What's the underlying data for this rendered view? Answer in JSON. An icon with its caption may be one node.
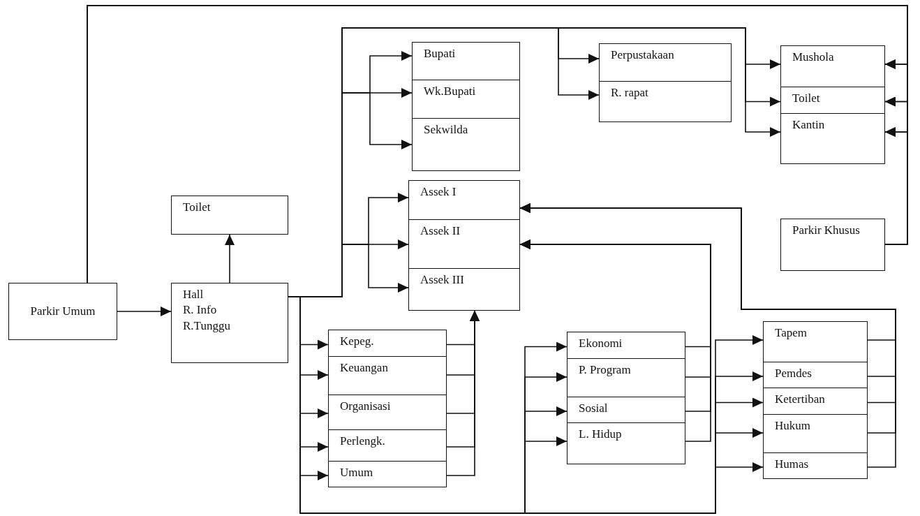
{
  "diagram": {
    "nodes": [
      {
        "text": [
          "Parkir Umum"
        ]
      },
      {
        "text": [
          "Toilet"
        ]
      },
      {
        "text": [
          "Hall",
          "R. Info",
          "R.Tunggu"
        ]
      },
      {
        "text": [
          "Bupati"
        ]
      },
      {
        "text": [
          "Wk.Bupati"
        ]
      },
      {
        "text": [
          "Sekwilda"
        ]
      },
      {
        "text": [
          "Perpustakaan"
        ]
      },
      {
        "text": [
          "R. rapat"
        ]
      },
      {
        "text": [
          "Mushola"
        ]
      },
      {
        "text": [
          "Toilet"
        ]
      },
      {
        "text": [
          "Kantin"
        ]
      },
      {
        "text": [
          "Assek I"
        ]
      },
      {
        "text": [
          "Assek II"
        ]
      },
      {
        "text": [
          "Assek III"
        ]
      },
      {
        "text": [
          "Parkir Khusus"
        ]
      },
      {
        "text": [
          "Kepeg."
        ]
      },
      {
        "text": [
          "Keuangan"
        ]
      },
      {
        "text": [
          "Organisasi"
        ]
      },
      {
        "text": [
          "Perlengk."
        ]
      },
      {
        "text": [
          "Umum"
        ]
      },
      {
        "text": [
          "Ekonomi"
        ]
      },
      {
        "text": [
          "P. Program"
        ]
      },
      {
        "text": [
          "Sosial"
        ]
      },
      {
        "text": [
          "L. Hidup"
        ]
      },
      {
        "text": [
          "Tapem"
        ]
      },
      {
        "text": [
          "Pemdes"
        ]
      },
      {
        "text": [
          "Ketertiban"
        ]
      },
      {
        "text": [
          "Hukum"
        ]
      },
      {
        "text": [
          "Humas"
        ]
      }
    ],
    "edges": [
      {
        "from": 0,
        "to": 2,
        "arrow": "to"
      },
      {
        "from": 2,
        "to": 1,
        "arrow": "to"
      },
      {
        "from": 0,
        "to": 8,
        "arrow": "to"
      },
      {
        "from": 0,
        "to": 9,
        "arrow": "to"
      },
      {
        "from": 0,
        "to": 10,
        "arrow": "to"
      },
      {
        "from": 14,
        "to": 8,
        "arrow": "to"
      },
      {
        "from": 14,
        "to": 9,
        "arrow": "to"
      },
      {
        "from": 14,
        "to": 10,
        "arrow": "to"
      },
      {
        "from": 2,
        "to": 3,
        "arrow": "to"
      },
      {
        "from": 2,
        "to": 4,
        "arrow": "to"
      },
      {
        "from": 2,
        "to": 5,
        "arrow": "to"
      },
      {
        "from": 2,
        "to": 11,
        "arrow": "to"
      },
      {
        "from": 2,
        "to": 12,
        "arrow": "to"
      },
      {
        "from": 2,
        "to": 13,
        "arrow": "to"
      },
      {
        "from": 2,
        "to": 6,
        "arrow": "to"
      },
      {
        "from": 2,
        "to": 7,
        "arrow": "to"
      },
      {
        "from": 2,
        "to": 8,
        "arrow": "to"
      },
      {
        "from": 2,
        "to": 9,
        "arrow": "to"
      },
      {
        "from": 2,
        "to": 10,
        "arrow": "to"
      },
      {
        "from": 2,
        "to": 15,
        "arrow": "to"
      },
      {
        "from": 2,
        "to": 16,
        "arrow": "to"
      },
      {
        "from": 2,
        "to": 17,
        "arrow": "to"
      },
      {
        "from": 2,
        "to": 18,
        "arrow": "to"
      },
      {
        "from": 2,
        "to": 19,
        "arrow": "to"
      },
      {
        "from": 2,
        "to": 20,
        "arrow": "to"
      },
      {
        "from": 2,
        "to": 21,
        "arrow": "to"
      },
      {
        "from": 2,
        "to": 22,
        "arrow": "to"
      },
      {
        "from": 2,
        "to": 23,
        "arrow": "to"
      },
      {
        "from": 2,
        "to": 24,
        "arrow": "to"
      },
      {
        "from": 2,
        "to": 25,
        "arrow": "to"
      },
      {
        "from": 2,
        "to": 26,
        "arrow": "to"
      },
      {
        "from": 2,
        "to": 27,
        "arrow": "to"
      },
      {
        "from": 2,
        "to": 28,
        "arrow": "to"
      },
      {
        "from": 15,
        "to": 13,
        "arrow": "to"
      },
      {
        "from": 16,
        "to": 13,
        "arrow": "to"
      },
      {
        "from": 17,
        "to": 13,
        "arrow": "to"
      },
      {
        "from": 18,
        "to": 13,
        "arrow": "to"
      },
      {
        "from": 19,
        "to": 13,
        "arrow": "to"
      },
      {
        "from": 20,
        "to": 12,
        "arrow": "to"
      },
      {
        "from": 21,
        "to": 12,
        "arrow": "to"
      },
      {
        "from": 22,
        "to": 12,
        "arrow": "to"
      },
      {
        "from": 23,
        "to": 12,
        "arrow": "to"
      },
      {
        "from": 24,
        "to": 11,
        "arrow": "to"
      },
      {
        "from": 25,
        "to": 11,
        "arrow": "to"
      },
      {
        "from": 26,
        "to": 11,
        "arrow": "to"
      },
      {
        "from": 27,
        "to": 11,
        "arrow": "to"
      },
      {
        "from": 28,
        "to": 11,
        "arrow": "to"
      }
    ]
  }
}
